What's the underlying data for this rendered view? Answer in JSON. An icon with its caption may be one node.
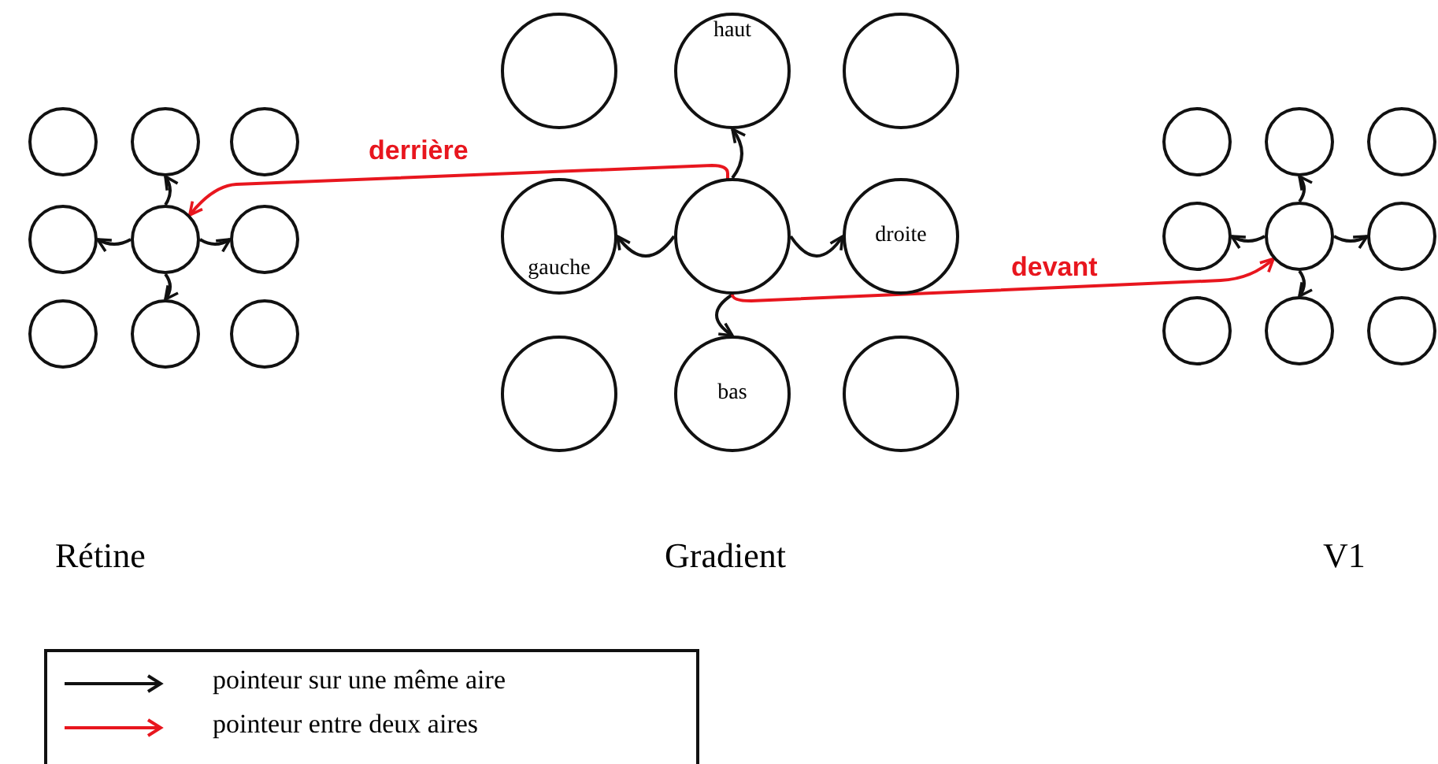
{
  "diagram": {
    "nodes": [
      {
        "text": [],
        "shape": "circle"
      },
      {
        "text": [],
        "shape": "circle"
      },
      {
        "text": [],
        "shape": "circle"
      },
      {
        "text": [],
        "shape": "circle"
      },
      {
        "text": [],
        "shape": "circle"
      },
      {
        "text": [],
        "shape": "circle"
      },
      {
        "text": [],
        "shape": "circle"
      },
      {
        "text": [],
        "shape": "circle"
      },
      {
        "text": [],
        "shape": "circle"
      },
      {
        "text": [],
        "shape": "circle"
      },
      {
        "text": [
          "haut"
        ]
      },
      {
        "text": [],
        "shape": "circle"
      },
      {
        "text": [
          "gauche"
        ]
      },
      {
        "text": [],
        "shape": "circle"
      },
      {
        "text": [
          "droite"
        ]
      },
      {
        "text": [],
        "shape": "circle"
      },
      {
        "text": [
          "bas"
        ]
      },
      {
        "text": [],
        "shape": "circle"
      },
      {
        "text": [],
        "shape": "circle"
      },
      {
        "text": [],
        "shape": "circle"
      },
      {
        "text": [],
        "shape": "circle"
      },
      {
        "text": [],
        "shape": "circle"
      },
      {
        "text": [],
        "shape": "circle"
      },
      {
        "text": [],
        "shape": "circle"
      },
      {
        "text": [],
        "shape": "circle"
      },
      {
        "text": [],
        "shape": "circle"
      },
      {
        "text": [],
        "shape": "circle"
      }
    ],
    "edges": [
      {
        "from": 4,
        "to": 1,
        "arrow": "to"
      },
      {
        "from": 4,
        "to": 3,
        "arrow": "to"
      },
      {
        "from": 4,
        "to": 5,
        "arrow": "to"
      },
      {
        "from": 4,
        "to": 7,
        "arrow": "to"
      },
      {
        "from": 13,
        "to": 10,
        "arrow": "to"
      },
      {
        "from": 13,
        "to": 12,
        "arrow": "to"
      },
      {
        "from": 13,
        "to": 14,
        "arrow": "to"
      },
      {
        "from": 13,
        "to": 16,
        "arrow": "to"
      },
      {
        "from": 22,
        "to": 19,
        "arrow": "to"
      },
      {
        "from": 22,
        "to": 21,
        "arrow": "to"
      },
      {
        "from": 22,
        "to": 23,
        "arrow": "to"
      },
      {
        "from": 22,
        "to": 25,
        "arrow": "to"
      },
      {
        "from": 13,
        "to": 4,
        "arrow": "to",
        "label": "derrière",
        "color": "#e8161e"
      },
      {
        "from": 13,
        "to": 22,
        "arrow": "to",
        "label": "devant",
        "color": "#e8161e"
      }
    ],
    "labels": [
      "Rétine",
      "Gradient",
      "V1"
    ],
    "legend": [
      {
        "text": "pointeur sur une même aire"
      },
      {
        "text": "pointeur entre deux aires"
      }
    ]
  }
}
